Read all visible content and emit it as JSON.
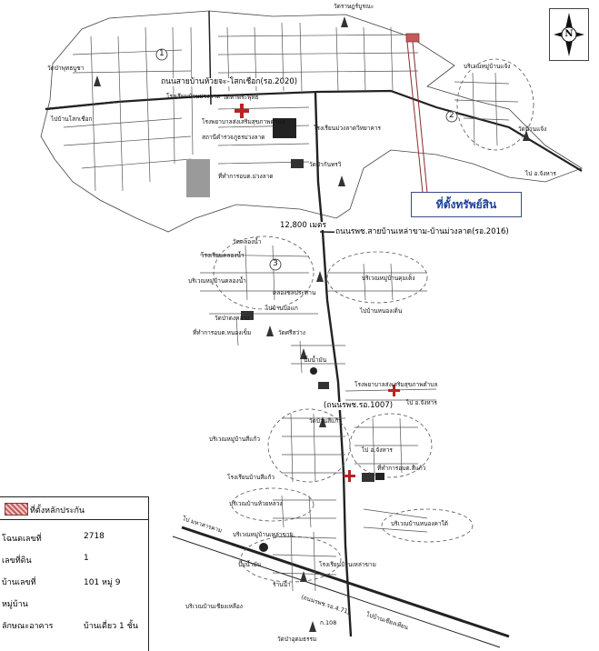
{
  "title_callout": "ที่ตั้งทรัพย์สิน",
  "north": "N",
  "roads": {
    "main_north": "ถนนสายบ้านห้วยจะ-โสกเชือก(รอ.2020)",
    "main_middle": "ถนนรพช.สายบ้านเหล่าขาม-บ้านม่วงลาด(รอ.2016)",
    "distance": "12,800 เมตร",
    "minor_road": "(ถนนรพช.รอ.1007)",
    "to_lai_sok": "ไปบ้านโสกเชือก",
    "to_ban_mai": "ไปบ้านบ่อแก",
    "to_nong_hi": "ไปบ้านหนองเดิ่น",
    "to_jangwat": "ไป อ.จังหาร",
    "to_jangwat2": "ไป อ.จังหาร",
    "to_jangwat3": "ไป อ.จังหาร",
    "to_maha": "ไป มหาสารคาม",
    "to_south": "ไปบ้านเชียงเหียน",
    "road_num": "(ถนนรพช.รอ.4.71)"
  },
  "labels": [
    {
      "text": "วัดราษฎร์บูรณะ"
    },
    {
      "text": "วัดป่าพุทธบูชา"
    },
    {
      "text": "วัดท่าพระพุทธ"
    },
    {
      "text": "โรงเรียนบ้านม่วงลาด"
    },
    {
      "text": "โรงพยาบาลส่งเสริมสุขภาพตำบล"
    },
    {
      "text": "โรงเรียนม่วงลาดวิทยาคาร"
    },
    {
      "text": "สถานีตำรวจภูธรม่วงลาด"
    },
    {
      "text": "ที่ทำการอบต.ม่วงลาด"
    },
    {
      "text": "วัดป่ากันทรวิ"
    },
    {
      "text": "บริเวณหมู่บ้านแจ้ง"
    },
    {
      "text": "วัดบ้านแจ้ง"
    },
    {
      "text": "วัดคลองน้ำ"
    },
    {
      "text": "โรงเรียนคลองน้ำ"
    },
    {
      "text": "บริเวณหมู่บ้านคลองน้ำ"
    },
    {
      "text": "คลองชลประทาน"
    },
    {
      "text": "บริเวณหมู่บ้านคุมเด็ง"
    },
    {
      "text": "ที่ทำการอบต.หนองเข็ม"
    },
    {
      "text": "วัดป่าดงหลวง"
    },
    {
      "text": "วัดศรีสว่าง"
    },
    {
      "text": "ปั๊มน้ำมัน"
    },
    {
      "text": "โรงพยาบาลส่งเสริมสุขภาพตำบล"
    },
    {
      "text": "วัดบ้านสีแก้ว"
    },
    {
      "text": "บริเวณหมู่บ้านสีแก้ว"
    },
    {
      "text": "โรงเรียนบ้านสีแก้ว"
    },
    {
      "text": "ที่ทำการอบต.สีแก้ว"
    },
    {
      "text": "บริเวณบ้านห้วยหลวง"
    },
    {
      "text": "บริเวณบ้านหนองคาใต้"
    },
    {
      "text": "บริเวณหมู่บ้านเหล่าขาม"
    },
    {
      "text": "โรงเรียนบ้านเหล่าขาม"
    },
    {
      "text": "ปั๊มน้ำมัน"
    },
    {
      "text": "บริเวณบ้านเชียงเหลือง"
    },
    {
      "text": "วัดป่าอุดมธรรม"
    },
    {
      "text": "ร้านน้ำ"
    },
    {
      "text": "ก.108"
    }
  ],
  "markers": [
    "1",
    "2",
    "3"
  ],
  "legend": {
    "title": "ที่ตั้งหลักประกัน",
    "rows": [
      {
        "key": "โฉนดเลขที่",
        "value": "2718"
      },
      {
        "key": "เลขที่ดิน",
        "value": "1"
      },
      {
        "key": "บ้านเลขที่",
        "value": "101 หมู่ 9"
      },
      {
        "key": "หมู่บ้าน",
        "value": ""
      },
      {
        "key": "ลักษณะอาคาร",
        "value": "บ้านเดี่ยว 1 ชั้น"
      }
    ]
  },
  "colors": {
    "road": "#222222",
    "block": "#ffffff",
    "callout": "#1f3f9e",
    "hatch": "#c45a5a"
  }
}
